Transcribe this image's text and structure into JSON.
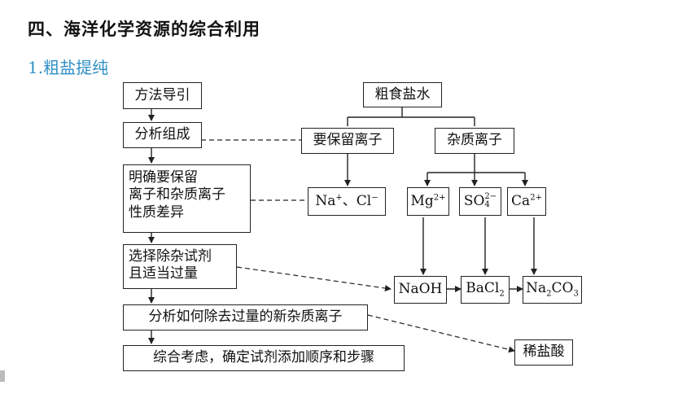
{
  "heading": "四、海洋化学资源的综合利用",
  "subheading": "1.粗盐提纯",
  "left_chain": {
    "method": "方法导引",
    "analyze": "分析组成",
    "clarify_1": "明确要保留",
    "clarify_2": "离子和杂质离子",
    "clarify_3": "性质差异",
    "select_1": "选择除杂试剂",
    "select_2": "且适当过量",
    "analyze_excess": "分析如何除去过量的新杂质离子",
    "conclude": "综合考虑，确定试剂添加顺序和步骤"
  },
  "right_tree": {
    "brine": "粗食盐水",
    "keep_ions": "要保留离子",
    "impurity_ions": "杂质离子",
    "kept": {
      "na": "Na",
      "na_sup": "+",
      "sep": "、",
      "cl": "Cl",
      "cl_sup": "−"
    },
    "mg": {
      "base": "Mg",
      "sup": "2+"
    },
    "so4": {
      "base": "SO",
      "sup": "2−",
      "sub": "4"
    },
    "ca": {
      "base": "Ca",
      "sup": "2+"
    },
    "naoh": "NaOH",
    "bacl2": {
      "base": "BaCl",
      "sub": "2"
    },
    "na2co3": {
      "a": "Na",
      "sub1": "2",
      "b": "CO",
      "sub2": "3"
    },
    "hcl": "稀盐酸"
  }
}
